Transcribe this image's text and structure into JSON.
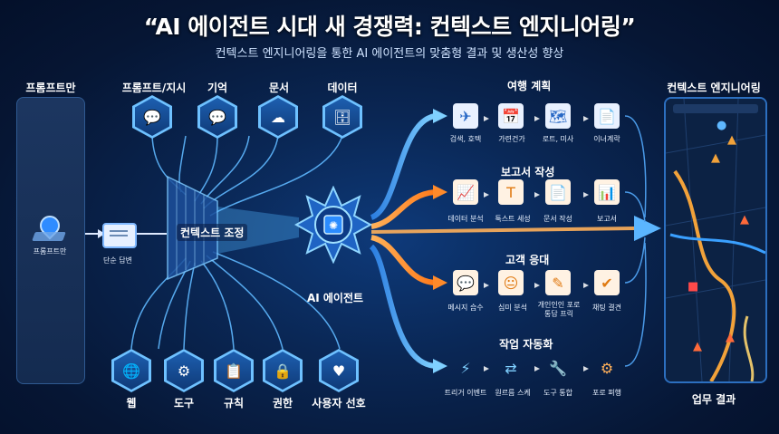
{
  "header": {
    "title": "“AI 에이전트 시대 새 경쟁력: 컨텍스트 엔지니어링”",
    "subtitle": "컨텍스트 엔지니어링을 통한 AI 에이전트의 맞춤형 결과 및 생산성 향상"
  },
  "left": {
    "title": "프롬프트만",
    "pin_label": "프롬프트만",
    "chat_label": "단순 답변"
  },
  "top_sources": [
    {
      "label": "프롬프트/지시",
      "icon": "chat-icon",
      "glyph": "💬"
    },
    {
      "label": "기억",
      "icon": "memory-chat-icon",
      "glyph": "💬"
    },
    {
      "label": "문서",
      "icon": "cloud-document-icon",
      "glyph": "☁"
    },
    {
      "label": "데이터",
      "icon": "database-icon",
      "glyph": "🗄"
    }
  ],
  "bottom_sources": [
    {
      "label": "웹",
      "icon": "web-search-icon",
      "glyph": "🌐"
    },
    {
      "label": "도구",
      "icon": "api-gear-icon",
      "glyph": "⚙"
    },
    {
      "label": "규칙",
      "icon": "checklist-icon",
      "glyph": "📋"
    },
    {
      "label": "권한",
      "icon": "lock-icon",
      "glyph": "🔒"
    },
    {
      "label": "사용자 선호",
      "icon": "user-heart-icon",
      "glyph": "♥"
    }
  ],
  "center": {
    "funnel_label": "컨텍스트 조정",
    "agent_label": "AI 에이전트",
    "agent_icon": "brain-chip-icon"
  },
  "outputs": [
    {
      "title": "여행 계획",
      "steps": [
        {
          "label": "검색, 호텍",
          "icon": "flight-search-icon",
          "glyph": "✈"
        },
        {
          "label": "가련건가",
          "icon": "calendar-icon",
          "glyph": "📅"
        },
        {
          "label": "로트, 미사",
          "icon": "map-icon",
          "glyph": "🗺"
        },
        {
          "label": "이너계락",
          "icon": "itinerary-icon",
          "glyph": "📄"
        }
      ]
    },
    {
      "title": "보고서 작성",
      "steps": [
        {
          "label": "데이터 분석",
          "icon": "chart-icon",
          "glyph": "📈"
        },
        {
          "label": "툭스트 세성",
          "icon": "text-pen-icon",
          "glyph": "T"
        },
        {
          "label": "문서 작성",
          "icon": "document-icon",
          "glyph": "📄"
        },
        {
          "label": "보고서",
          "icon": "report-download-icon",
          "glyph": "📊"
        }
      ]
    },
    {
      "title": "고객 응대",
      "steps": [
        {
          "label": "메시지 습수",
          "icon": "message-icon",
          "glyph": "💬"
        },
        {
          "label": "심미 분석",
          "icon": "emotion-analysis-icon",
          "glyph": "😐"
        },
        {
          "label": "개인인인 포로\n통답 프릭",
          "icon": "edit-icon",
          "glyph": "✎"
        },
        {
          "label": "채팅 결견",
          "icon": "chat-check-icon",
          "glyph": "✔"
        }
      ]
    },
    {
      "title": "작업 자동화",
      "steps": [
        {
          "label": "트리거 이벤트",
          "icon": "trigger-bolt-icon",
          "glyph": "⚡"
        },
        {
          "label": "원르름 스케",
          "icon": "workflow-icon",
          "glyph": "⇄"
        },
        {
          "label": "도구 통합",
          "icon": "tools-icon",
          "glyph": "🔧"
        },
        {
          "label": "포로 펴행",
          "icon": "process-gear-icon",
          "glyph": "⚙"
        }
      ]
    }
  ],
  "right": {
    "title": "컨텍스트 엔지니어링",
    "footer": "업무 결과"
  },
  "colors": {
    "blue_flow": "#3ea3ff",
    "orange_flow": "#ff8a2a",
    "accent_cyan": "#6ec1ff"
  }
}
